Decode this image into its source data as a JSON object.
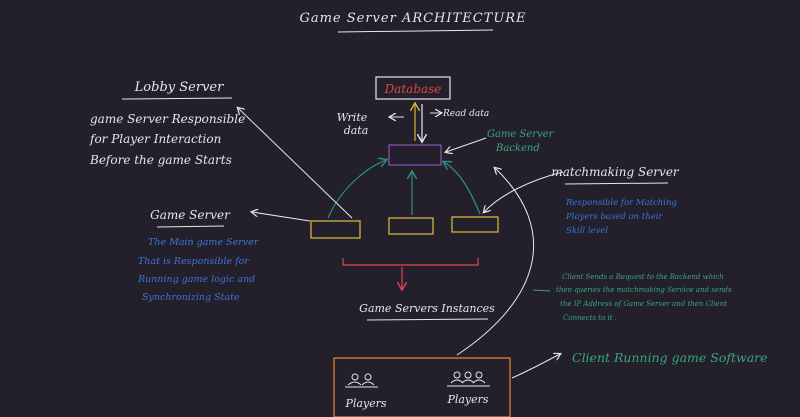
{
  "title": "Game Server ARCHITECTURE",
  "database": {
    "label": "Database"
  },
  "flows": {
    "write_data": [
      "Write",
      "data"
    ],
    "read_data": "Read data"
  },
  "backend": {
    "label": [
      "Game Server",
      "Backend"
    ]
  },
  "lobby": {
    "heading": "Lobby Server",
    "description": [
      "game Server Responsible",
      "for Player Interaction",
      "Before the game Starts"
    ]
  },
  "matchmaking": {
    "heading": "matchmaking Server",
    "description": [
      "Responsible for Matching",
      "Players based on their",
      "Skill level"
    ]
  },
  "game_server": {
    "heading": "Game Server",
    "description": [
      "The Main game Server",
      "That is Responsible for",
      "Running game logic and",
      "Synchronizing State"
    ]
  },
  "instances": {
    "label": "Game Servers Instances"
  },
  "client_note": [
    "Client Sends a Request to the Backend which",
    "then queries the matchmaking Service and sends",
    "the IP Address of Game Server and then Client",
    "Connects to it ."
  ],
  "client_box": {
    "group_a": "Players",
    "group_b": "Players",
    "caption": "Client Running game Software"
  },
  "colors": {
    "background": "#23202c",
    "white": "#e6e6ea",
    "orange": "#d9842f",
    "red": "#d94848",
    "yellow": "#d4b23a",
    "purple": "#8a55b8",
    "teal": "#2f8f78",
    "blue": "#3a74d6",
    "green": "#3aa57a"
  }
}
